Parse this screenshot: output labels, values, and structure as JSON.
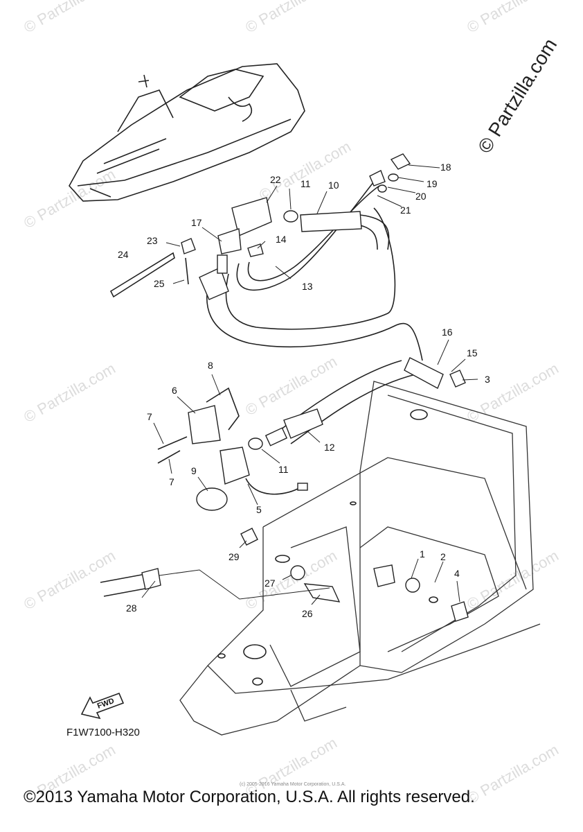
{
  "watermark": {
    "text": "© Partzilla.com",
    "side_text": "© Partzilla.com"
  },
  "diagram_code": "F1W7100-H320",
  "fwd_label": "FWD",
  "copyright": "©2013 Yamaha Motor Corporation, U.S.A. All rights reserved.",
  "tiny_notice": "(c) 2005-2016 Yamaha Motor Corporation, U.S.A.",
  "callouts": {
    "c1": "1",
    "c2": "2",
    "c3": "3",
    "c4": "4",
    "c5": "5",
    "c6": "6",
    "c7a": "7",
    "c7b": "7",
    "c8": "8",
    "c9": "9",
    "c10": "10",
    "c11a": "11",
    "c11b": "11",
    "c12": "12",
    "c13": "13",
    "c14": "14",
    "c15": "15",
    "c16": "16",
    "c17": "17",
    "c18": "18",
    "c19": "19",
    "c20": "20",
    "c21": "21",
    "c22": "22",
    "c23": "23",
    "c24": "24",
    "c25": "25",
    "c26": "26",
    "c27": "27",
    "c28": "28",
    "c29": "29"
  }
}
